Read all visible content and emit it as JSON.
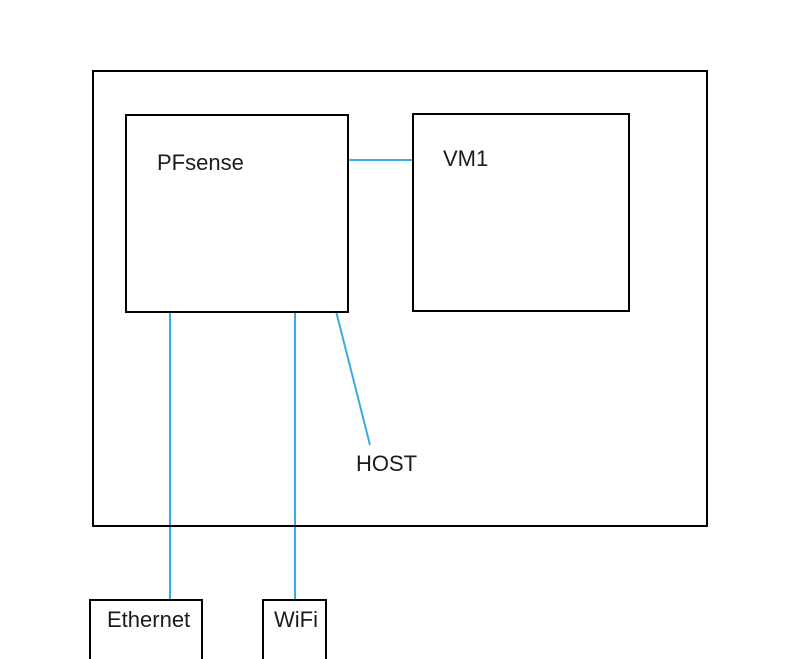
{
  "diagram": {
    "colors": {
      "background": "#ffffff",
      "box_border": "#000000",
      "connector": "#3aabe2",
      "text": "#1c1c1c"
    },
    "nodes": {
      "pfsense": {
        "label": "PFsense"
      },
      "vm1": {
        "label": "VM1"
      },
      "ethernet": {
        "label": "Ethernet"
      },
      "wifi": {
        "label": "WiFi"
      }
    },
    "labels": {
      "host": "HOST"
    }
  }
}
